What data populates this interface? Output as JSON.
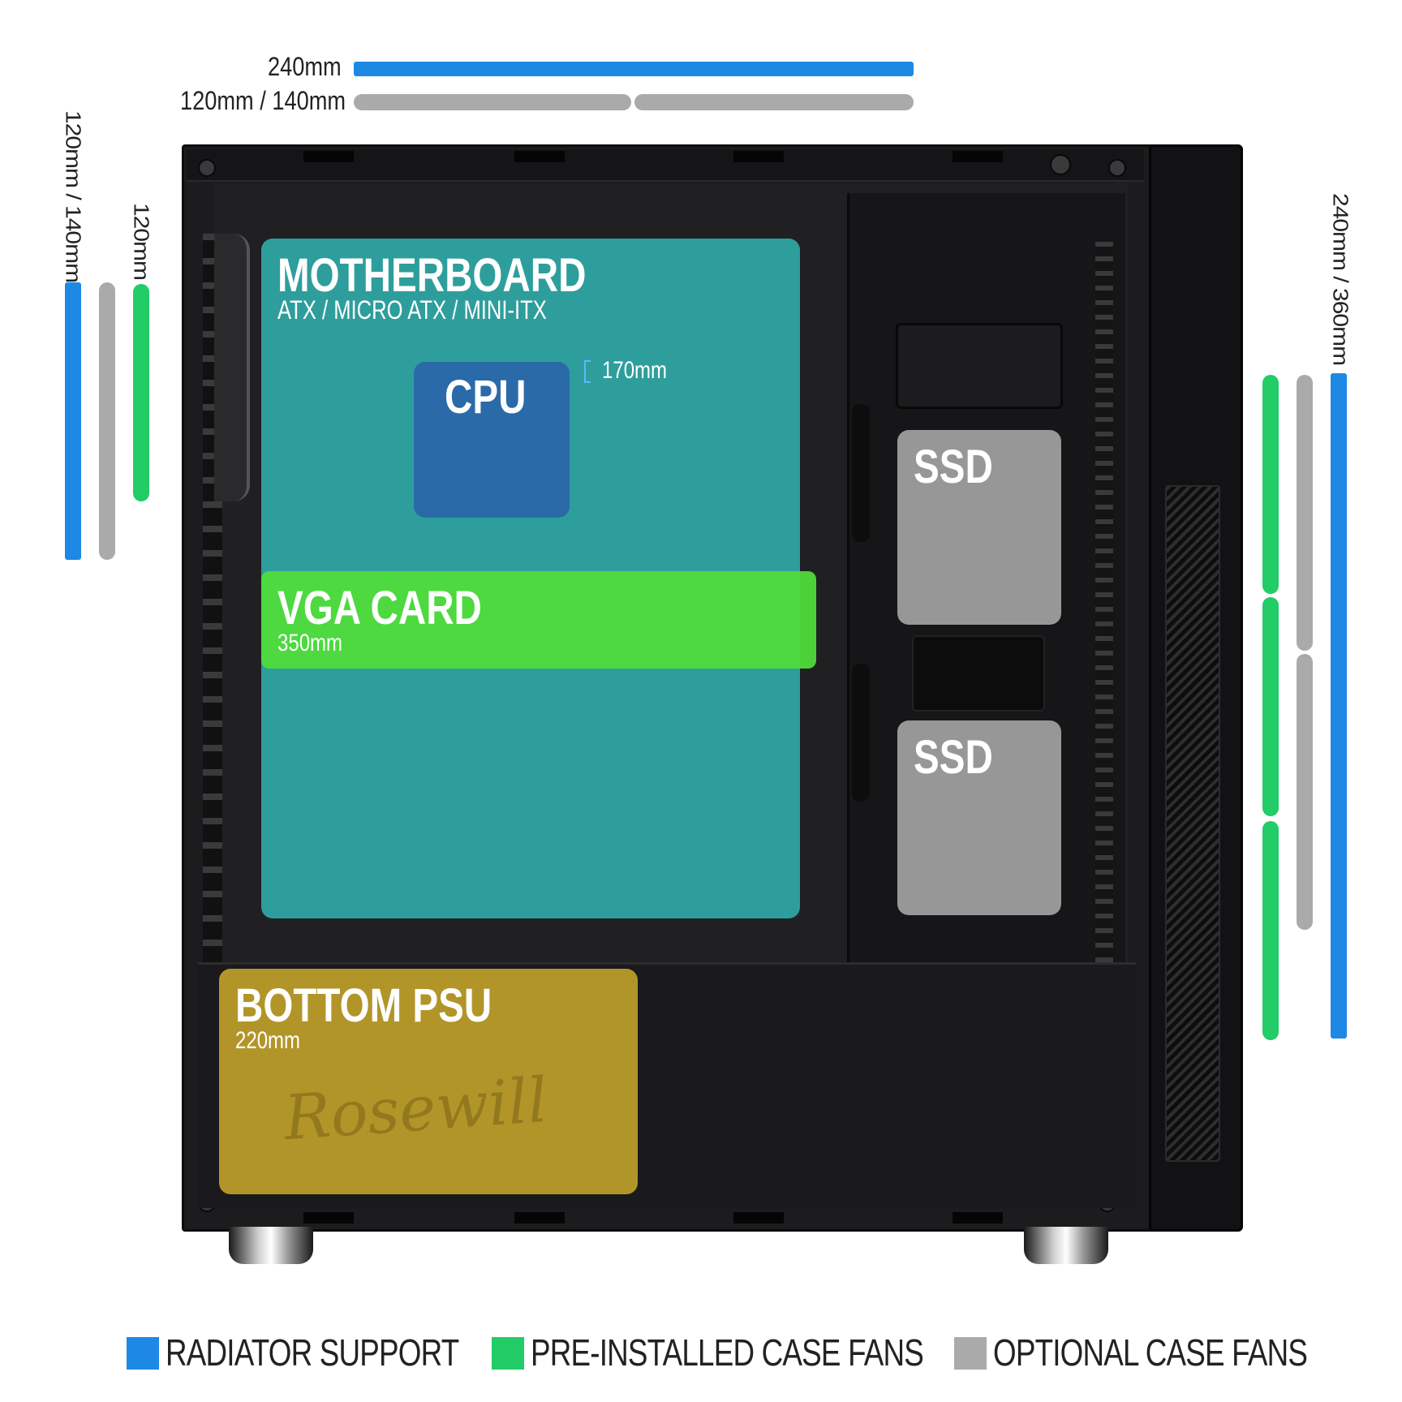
{
  "colors": {
    "radiator": "#1e88e5",
    "preinstalled": "#22cc66",
    "optional": "#aaaaaa",
    "motherboard": "#2fa8a6",
    "cpu": "#2a6aa8",
    "vga": "#4fdc3a",
    "ssd": "#9c9c9c",
    "psu": "#b89a2a"
  },
  "top": {
    "radiator_label": "240mm",
    "fan_label": "120mm / 140mm"
  },
  "rear": {
    "radiator_fan_label": "120mm / 140mm",
    "preinstalled_label": "120mm"
  },
  "front": {
    "label": "240mm / 360mm"
  },
  "zones": {
    "motherboard": {
      "title": "MOTHERBOARD",
      "sub": "ATX / MICRO ATX / MINI-ITX"
    },
    "cpu": {
      "title": "CPU",
      "clearance": "170mm"
    },
    "vga": {
      "title": "VGA CARD",
      "sub": "350mm"
    },
    "ssd1": {
      "title": "SSD"
    },
    "ssd2": {
      "title": "SSD"
    },
    "psu": {
      "title": "BOTTOM PSU",
      "sub": "220mm"
    }
  },
  "logo": "Rosewill",
  "legend": {
    "radiator": "RADIATOR SUPPORT",
    "preinstalled": "PRE-INSTALLED CASE FANS",
    "optional": "OPTIONAL CASE FANS"
  }
}
